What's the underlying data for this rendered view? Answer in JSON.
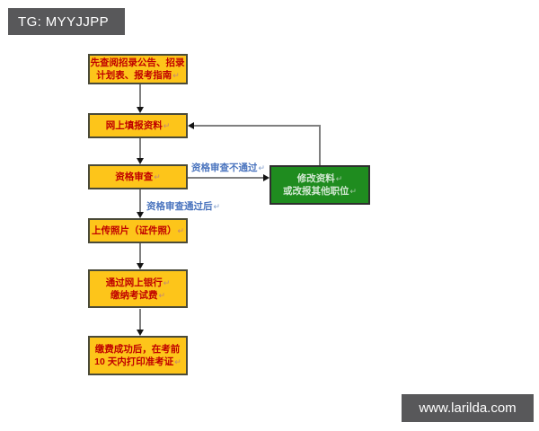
{
  "header": {
    "label": "TG: MYYJJPP"
  },
  "footer": {
    "label": "www.larilda.com"
  },
  "colors": {
    "box_fill": "#FDC51A",
    "box_border": "#4A4A38",
    "box_text": "#C00000",
    "alt_box_fill": "#1F8C1F",
    "alt_box_text": "#D2E8D2",
    "edge_label_text": "#4A74BE",
    "watermark_bar_bg": "#58585A",
    "watermark_bar_text": "#FFFFFF",
    "connector_line": "#7F7F7F",
    "arrowhead": "#141414"
  },
  "flow": {
    "boxes": [
      {
        "name": "check-announcement",
        "lines": [
          {
            "t": "先查阅招录公告、招录",
            "m": ""
          },
          {
            "t": "计划表、报考指南",
            "m": "↵"
          }
        ]
      },
      {
        "name": "online-fill-info",
        "lines": [
          {
            "t": "网上填报资料",
            "m": "↵"
          }
        ]
      },
      {
        "name": "qualification-review",
        "lines": [
          {
            "t": "资格审查",
            "m": "↵"
          }
        ]
      },
      {
        "name": "upload-photo",
        "lines": [
          {
            "t": "上传照片（证件照）",
            "m": "↵"
          }
        ]
      },
      {
        "name": "pay-exam-fee",
        "lines": [
          {
            "t": "通过网上银行",
            "m": "↵"
          },
          {
            "t": "缴纳考试费",
            "m": "↵"
          }
        ]
      },
      {
        "name": "print-admission-ticket",
        "lines": [
          {
            "t": "缴费成功后，在考前",
            "m": ""
          },
          {
            "t": "10 天内打印准考证",
            "m": "↵"
          }
        ]
      }
    ],
    "alt_box": {
      "name": "modify-or-reapply",
      "lines": [
        {
          "t": "修改资料",
          "m": "↵"
        },
        {
          "t": "或改报其他职位",
          "m": "↵"
        }
      ]
    },
    "edge_labels": [
      {
        "name": "review-failed",
        "t": "资格审查不通过",
        "m": "↵"
      },
      {
        "name": "review-passed",
        "t": "资格审查通过后",
        "m": "↵"
      }
    ]
  }
}
